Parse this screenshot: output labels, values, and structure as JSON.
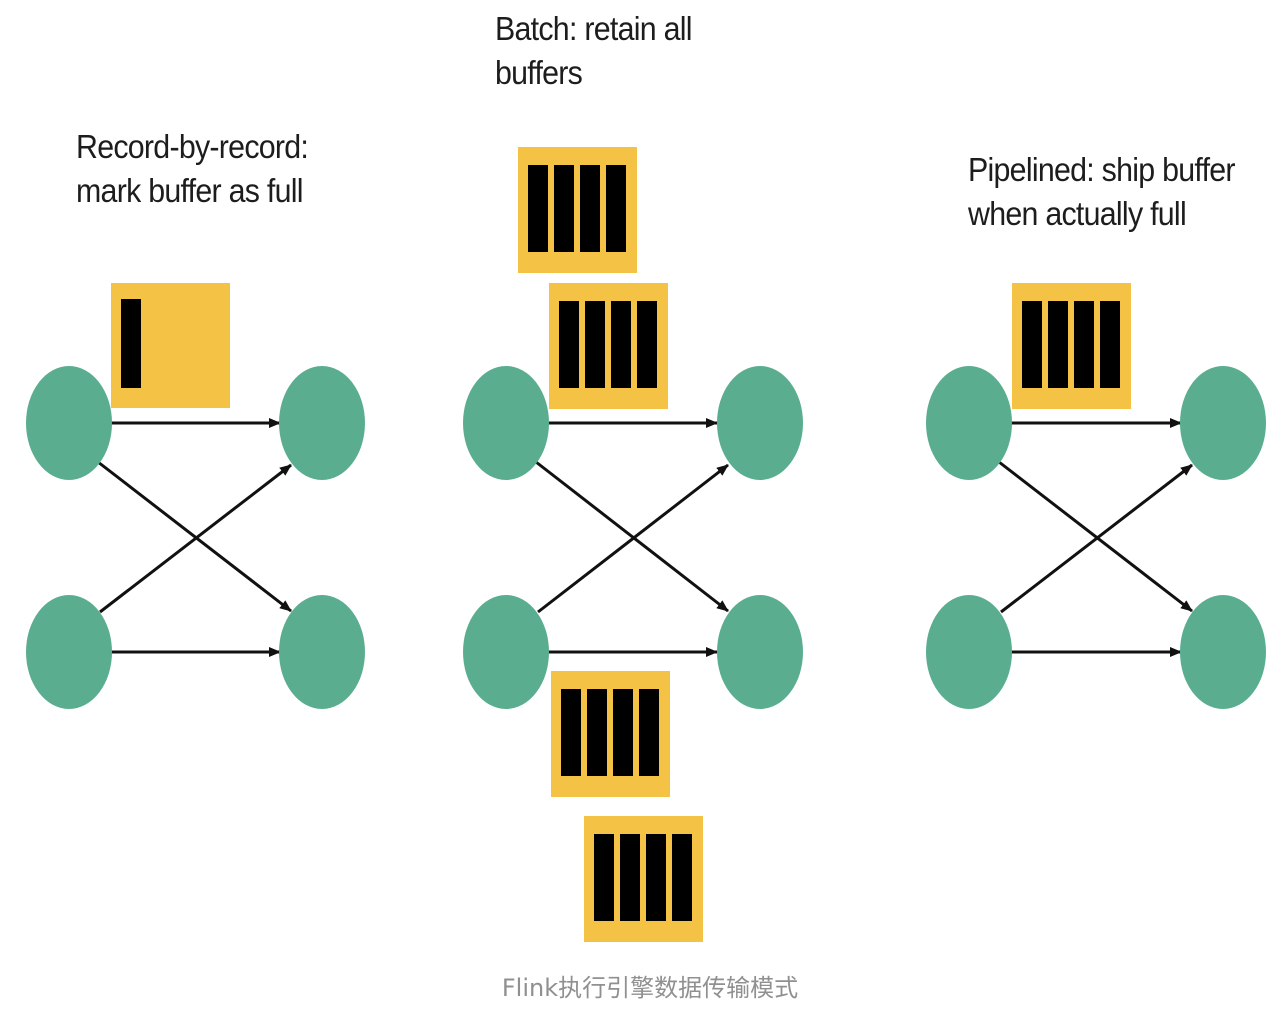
{
  "panels": {
    "record_by_record": {
      "line1": "Record-by-record:",
      "line2": "mark buffer as full",
      "buffer_records": 1
    },
    "batch": {
      "line1": "Batch: retain all",
      "line2": "buffers",
      "buffer_records": 4
    },
    "pipelined": {
      "line1": "Pipelined: ship buffer",
      "line2": "when actually full",
      "buffer_records": 4
    }
  },
  "caption": "Flink执行引擎数据传输模式",
  "colors": {
    "node": "#5aae8f",
    "buffer": "#f4c244",
    "record": "#000000",
    "edge": "#111111",
    "caption": "#909090"
  }
}
